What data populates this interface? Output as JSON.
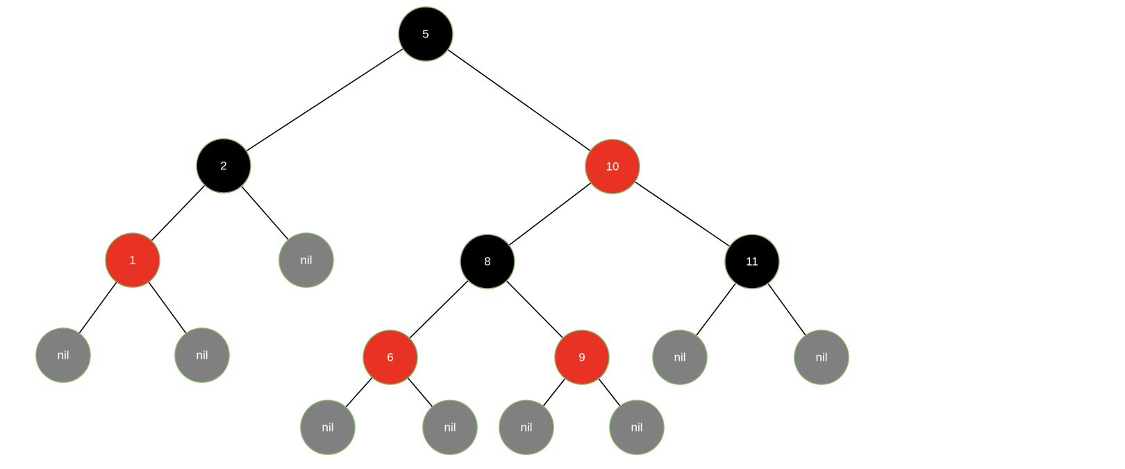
{
  "colors": {
    "black": "#000000",
    "red": "#e83324",
    "nil": "#808080",
    "stroke": "#82b366"
  },
  "nodes": [
    {
      "id": "n5",
      "label": "5",
      "color": "black"
    },
    {
      "id": "n2",
      "label": "2",
      "color": "black"
    },
    {
      "id": "n10",
      "label": "10",
      "color": "red"
    },
    {
      "id": "n1",
      "label": "1",
      "color": "red"
    },
    {
      "id": "nil2r",
      "label": "nil",
      "color": "nil"
    },
    {
      "id": "n8",
      "label": "8",
      "color": "black"
    },
    {
      "id": "n11",
      "label": "11",
      "color": "black"
    },
    {
      "id": "nil1l",
      "label": "nil",
      "color": "nil"
    },
    {
      "id": "nil1r",
      "label": "nil",
      "color": "nil"
    },
    {
      "id": "n6",
      "label": "6",
      "color": "red"
    },
    {
      "id": "n9",
      "label": "9",
      "color": "red"
    },
    {
      "id": "nil11l",
      "label": "nil",
      "color": "nil"
    },
    {
      "id": "nil11r",
      "label": "nil",
      "color": "nil"
    },
    {
      "id": "nil6l",
      "label": "nil",
      "color": "nil"
    },
    {
      "id": "nil6r",
      "label": "nil",
      "color": "nil"
    },
    {
      "id": "nil9l",
      "label": "nil",
      "color": "nil"
    },
    {
      "id": "nil9r",
      "label": "nil",
      "color": "nil"
    }
  ],
  "edges": [
    [
      "n5",
      "n2"
    ],
    [
      "n5",
      "n10"
    ],
    [
      "n2",
      "n1"
    ],
    [
      "n2",
      "nil2r"
    ],
    [
      "n10",
      "n8"
    ],
    [
      "n10",
      "n11"
    ],
    [
      "n1",
      "nil1l"
    ],
    [
      "n1",
      "nil1r"
    ],
    [
      "n8",
      "n6"
    ],
    [
      "n8",
      "n9"
    ],
    [
      "n11",
      "nil11l"
    ],
    [
      "n11",
      "nil11r"
    ],
    [
      "n6",
      "nil6l"
    ],
    [
      "n6",
      "nil6r"
    ],
    [
      "n9",
      "nil9l"
    ],
    [
      "n9",
      "nil9r"
    ]
  ]
}
